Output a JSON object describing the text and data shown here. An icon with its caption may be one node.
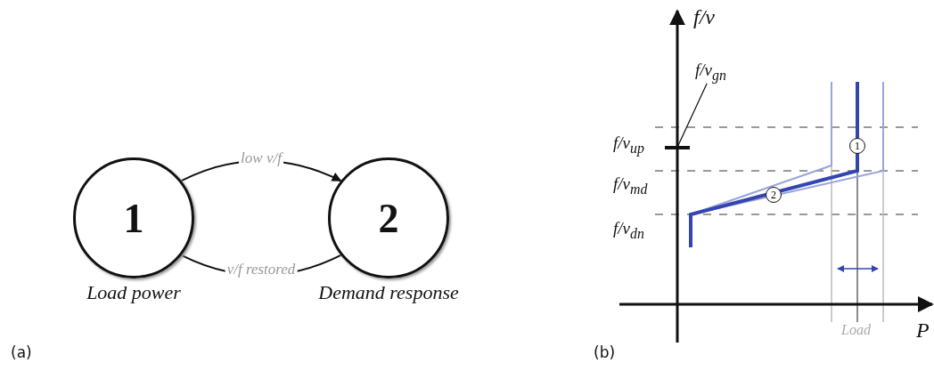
{
  "diagram": {
    "nodes": [
      {
        "text": [
          "1"
        ],
        "beside": [
          "Load power"
        ]
      },
      {
        "text": [
          "2"
        ],
        "beside": [
          "Demand response"
        ]
      },
      {
        "text": [
          "f/v$_{gn}$"
        ]
      },
      {
        "text": [],
        "shape": "bar"
      }
    ],
    "edges": [
      {
        "from": 0,
        "to": 1,
        "arrow": "to",
        "label": "low v/f"
      },
      {
        "from": 1,
        "to": 0,
        "arrow": "none",
        "label": "v/f restored"
      },
      {
        "from": 2,
        "to": 3,
        "arrow": "none"
      }
    ],
    "labels": [
      "(a)",
      "f/v",
      "f/v$_{up}$",
      "f/v$_{md}$",
      "f/v$_{dn}$",
      "1",
      "2",
      "Load",
      "P",
      "(b)"
    ]
  }
}
